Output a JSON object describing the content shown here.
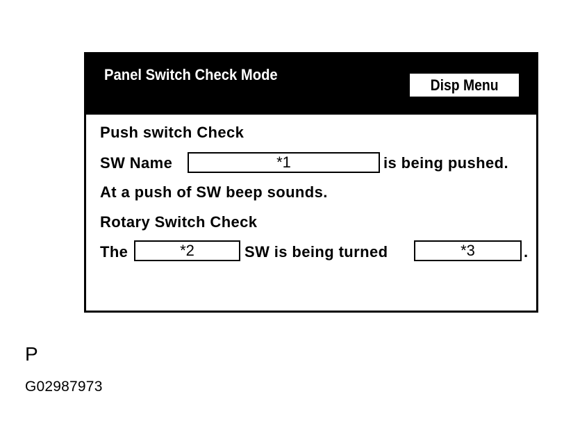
{
  "screen": {
    "title": "Panel Switch Check Mode",
    "disp_menu_label": "Disp Menu",
    "push_section": {
      "heading": "Push switch Check",
      "sw_name_label": "SW Name",
      "sw_name_value": "*1",
      "sw_name_suffix": "is being pushed.",
      "beep_text": "At a push of SW beep sounds."
    },
    "rotary_section": {
      "heading": "Rotary Switch Check",
      "prefix": "The",
      "switch_value": "*2",
      "middle": "SW is being turned",
      "direction_value": "*3",
      "suffix": "."
    }
  },
  "caption": {
    "letter": "P",
    "code": "G02987973"
  }
}
